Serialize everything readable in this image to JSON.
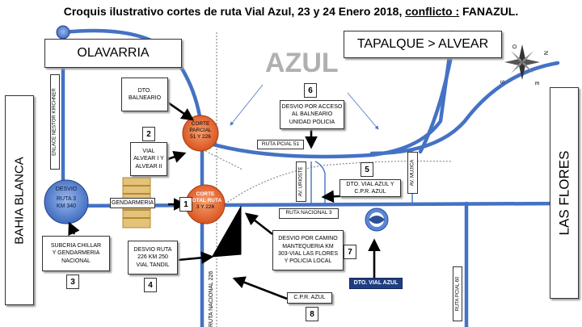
{
  "title": {
    "before": "Croquis ilustrativo cortes de ruta Vial Azul, 23 y 24 Enero 2018, ",
    "underlined": "conflicto :",
    "after": " FANAZUL."
  },
  "cities": {
    "olavarria": "OLAVARRIA",
    "tapalque": "TAPALQUE > ALVEAR",
    "azul": "AZUL",
    "bahia_blanca": "BAHIA BLANCA",
    "las_flores": "LAS FLORES"
  },
  "roads": {
    "enlace": "ENLACE NESTOR KIRCHNER",
    "ruta_pcial_51": "RUTA PCIAL 51",
    "av_urioste": "AV. URIOSTE",
    "av_mujica": "AV. MUJICA",
    "ruta_nacional_3": "RUTA NACIONAL 3",
    "ruta_nacional_226": "RUTA NACIONAL 226",
    "ruta_pcial_60": "RUTA PCIAL 60",
    "gendarmeria": "GENDARMERIA"
  },
  "circles": {
    "desvio_ruta3": {
      "title": "DESVIO",
      "line2": "RUTA 3",
      "line3": "KM 340"
    },
    "corte_parcial": {
      "line1": "CORTE",
      "line2": "PARCIAL",
      "line3": "51 Y 226"
    },
    "corte_total": {
      "line1": "CORTE",
      "line2": "TOTAL RUTA",
      "line3": "3 Y 226"
    }
  },
  "notes": {
    "dto_balneario": {
      "line1": "DTO.",
      "line2": "BALNEARIO"
    },
    "n2": {
      "number": "2",
      "line1": "VIAL",
      "line2": "ALVEAR I Y",
      "line3": "ALVEAR II"
    },
    "n1": {
      "number": "1"
    },
    "n3": {
      "number": "3",
      "line1": "SUBCRIA CHILLAR",
      "line2": "Y GENDARMERIA",
      "line3": "NACIONAL"
    },
    "n4": {
      "number": "4",
      "line1": "DESVIO RUTA",
      "line2": "226 KM 250",
      "line3": "VIAL TANDIL"
    },
    "n5": {
      "number": "5",
      "line1": "DTO. VIAL AZUL Y",
      "line2": "C.P.R. AZUL"
    },
    "n6": {
      "number": "6",
      "line1": "DESVIO POR ACCESO",
      "line2": "AL BALNEARIO",
      "line3": "UNIDAD POLICIA"
    },
    "n7": {
      "number": "7",
      "line1": "DESVIO POR CAMINO",
      "line2": "MANTEQUERIA  KM",
      "line3": "303-VIAL LAS FLORES",
      "line4": "Y POLICIA LOCAL"
    },
    "n8": {
      "number": "8",
      "line1": "C.P.R. AZUL"
    },
    "dto_vial_azul": "DTO. VIAL AZUL"
  },
  "compass": {
    "n": "N",
    "s": "S",
    "e": "E",
    "o": "O"
  },
  "colors": {
    "road": "#4472c4",
    "circle_orange": "#e8602c",
    "circle_blue": "#4a78c8",
    "arrow": "#000000"
  }
}
